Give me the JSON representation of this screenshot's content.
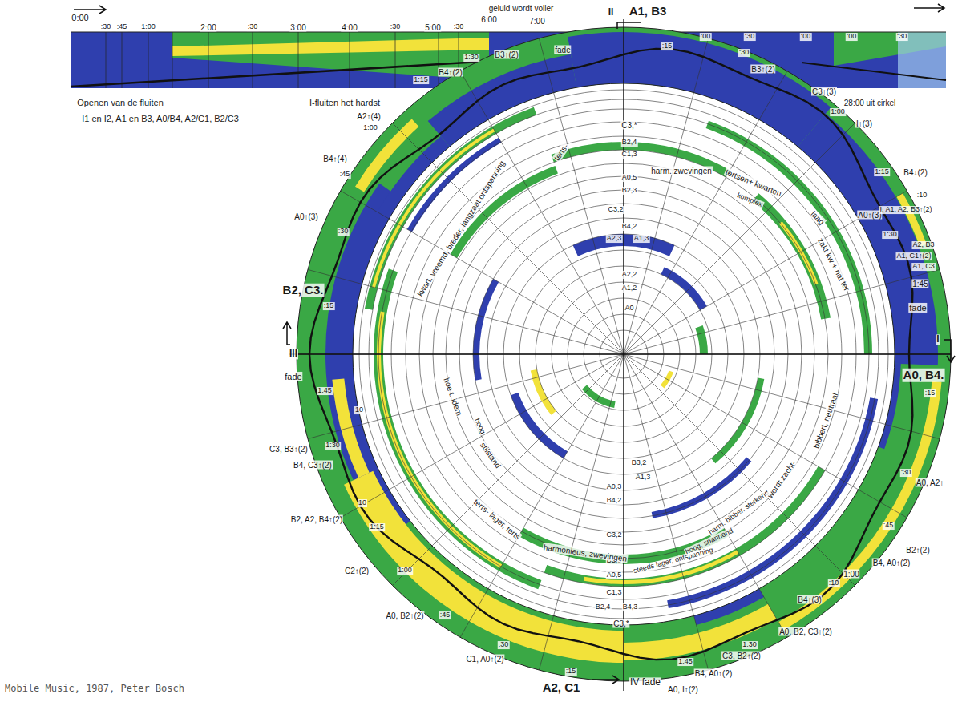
{
  "diagram": {
    "caption": "Mobile Music, 1987, Peter Bosch",
    "labels": [
      "0:00",
      ":30",
      ":45",
      "1:00",
      "2:00",
      ":30",
      "3:00",
      "4:00",
      ":30",
      "5:00",
      ":30",
      "6:00",
      "geluid wordt voller",
      "7:00",
      "II",
      "A1, B3",
      ":00",
      ":30",
      ":00",
      ":00",
      ":30",
      "Openen van de fluiten",
      "I1 en I2, A1 en B3, A0/B4, A2/C1, B2/C3",
      "I-fluiten het hardst",
      "28:00 uit cirkel",
      "C3↑(3)",
      "1:00",
      "I↑(3)",
      "1:15",
      "B4↓(2)",
      ":10",
      "A0↑(3)",
      "I, A1, A2, B3↑(2)",
      "1:30",
      "A2, B3",
      "A1, C1↑(2)",
      "A1, C3",
      "1:45",
      "fade",
      "I",
      "A0, B4.",
      ":15",
      ":30",
      "A0, A2↑",
      ":45",
      "B2↑(2)",
      "B4, A0↑(2)",
      "1:00",
      ":10",
      "B4↑(3)",
      "A0, B2, C3↑(2)",
      "1:30",
      "C3, B2↑(2)",
      "1:45",
      "B4, A0↑(2)",
      "A0, I↑(2)",
      "IV fade",
      "A2, C1",
      ":15",
      ":30",
      "C1, A0↑(2)",
      ":45",
      "A0, B2↑(2)",
      "1:00",
      "C2↑(2)",
      "1:15",
      "B2, A2, B4↑(2)",
      "10",
      "B4, C3↑(2)",
      "1:30",
      "C3, B3↑(2)",
      "10",
      "1:45",
      "fade",
      "III",
      "B2, C3.",
      ":15",
      ":30",
      "A0↑(3)",
      ":45",
      "B4↑(4)",
      "1:00",
      "A2↑(4)",
      "1:15",
      "B4↑(2)",
      "1:30",
      "B3↑(2)",
      "fade",
      "B3↑(2)",
      ":15",
      ":30",
      "C3,*",
      "B2,4",
      "C1,3",
      "harm. zwevingen",
      "A0,5",
      "B2,3",
      "C3,2",
      "B4,2",
      "A2,3",
      "A1,3",
      "A2,2",
      "A1,2",
      "A0",
      "B3,2",
      "A1,3",
      "A0,3",
      "B4,2",
      "C3,2",
      "B2,3",
      "A0,5",
      "C1,3",
      "B2,4",
      "B4,3",
      "C3,*",
      "terts-",
      "tertsen+ kwarten",
      "komplex",
      "laag",
      "zakt kw + nat ter",
      "kwart, vreemd, breder, langzaat ontspanning",
      "hoe t. idem",
      "hoog",
      "stilstand",
      "terts- lager, terts",
      "harmonieus, zwevingen",
      "steeds lager, ontspanning",
      "hoog, spannend",
      "harm. bibber. sterkend",
      "wordt zacht-",
      "bibbert, neutraal"
    ]
  }
}
